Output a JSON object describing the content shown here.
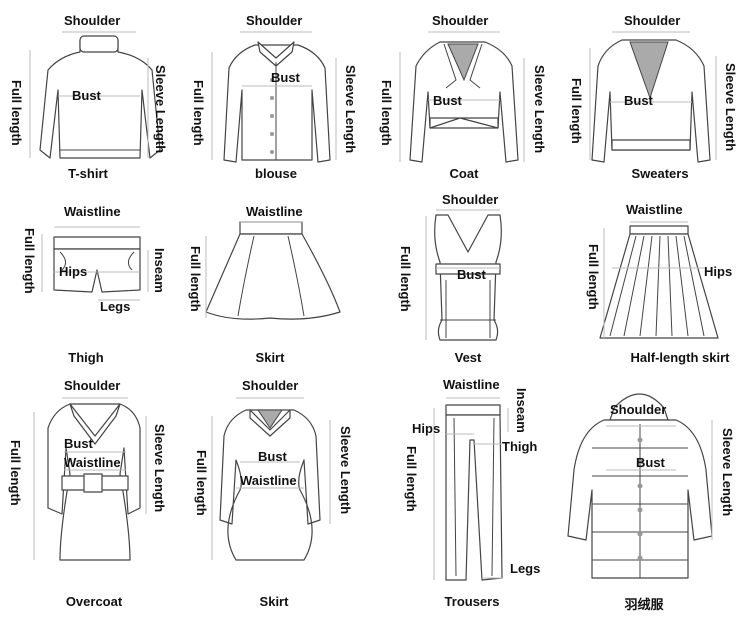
{
  "panels": {
    "tshirt": {
      "name": "T-shirt",
      "shoulder": "Shoulder",
      "bust": "Bust",
      "full": "Full length",
      "sleeve": "Sleeve Length"
    },
    "blouse": {
      "name": "blouse",
      "shoulder": "Shoulder",
      "bust": "Bust",
      "full": "Full length",
      "sleeve": "Sleeve Length"
    },
    "coat": {
      "name": "Coat",
      "shoulder": "Shoulder",
      "bust": "Bust",
      "full": "Full length",
      "sleeve": "Sleeve Length"
    },
    "sweaters": {
      "name": "Sweaters",
      "shoulder": "Shoulder",
      "bust": "Bust",
      "full": "Full length",
      "sleeve": "Sleeve Length"
    },
    "thigh": {
      "name": "Thigh",
      "waist": "Waistline",
      "full": "Full length",
      "inseam": "Inseam",
      "hips": "Hips",
      "legs": "Legs"
    },
    "skirt1": {
      "name": "Skirt",
      "waist": "Waistline",
      "full": "Full length"
    },
    "vest": {
      "name": "Vest",
      "shoulder": "Shoulder",
      "bust": "Bust",
      "full": "Full length"
    },
    "halfskirt": {
      "name": "Half-length skirt",
      "waist": "Waistline",
      "full": "Full length",
      "hips": "Hips"
    },
    "overcoat": {
      "name": "Overcoat",
      "shoulder": "Shoulder",
      "bust": "Bust",
      "waist": "Waistline",
      "full": "Full length",
      "sleeve": "Sleeve Length"
    },
    "skirt2": {
      "name": "Skirt",
      "shoulder": "Shoulder",
      "bust": "Bust",
      "waist": "Waistline",
      "full": "Full length",
      "sleeve": "Sleeve Length"
    },
    "trousers": {
      "name": "Trousers",
      "waist": "Waistline",
      "inseam": "Inseam",
      "hips": "Hips",
      "thigh": "Thigh",
      "full": "Full length",
      "legs": "Legs"
    },
    "down": {
      "name": "羽绒服",
      "shoulder": "Shoulder",
      "bust": "Bust",
      "sleeve": "Sleeve Length"
    }
  }
}
